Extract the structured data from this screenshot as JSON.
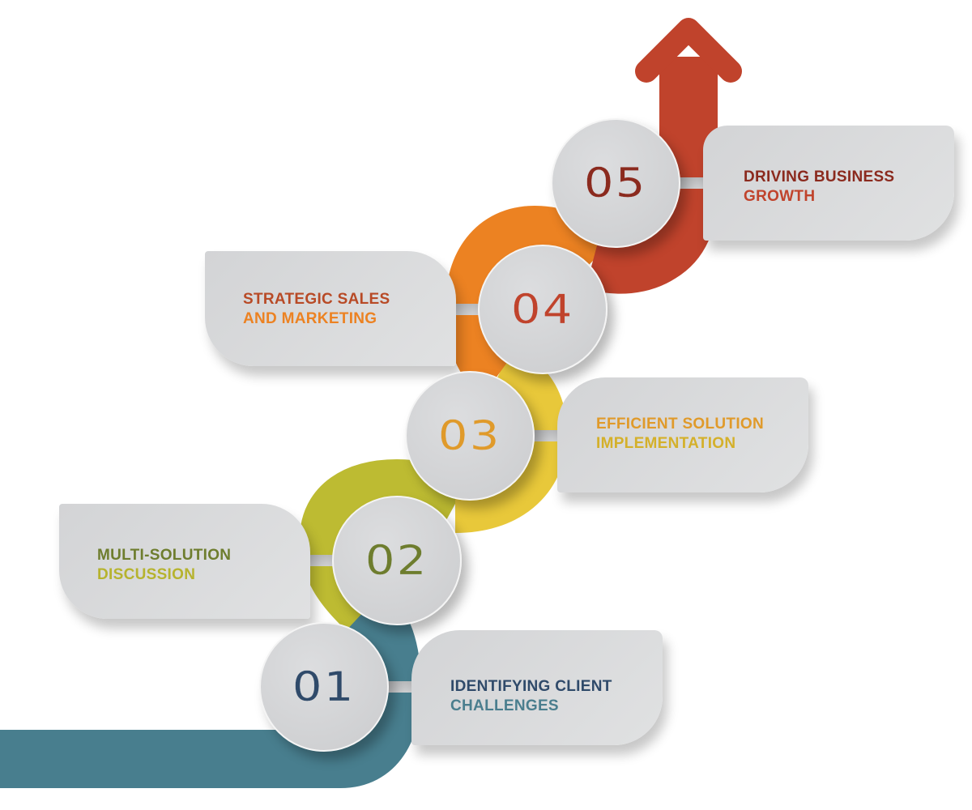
{
  "steps": [
    {
      "number": "01",
      "line1": "IDENTIFYING CLIENT",
      "line2": "CHALLENGES",
      "num_color": "#2f4a6a",
      "line1_color": "#2f4a6a",
      "line2_color": "#4a7e8e",
      "ribbon_color": "#487e8e"
    },
    {
      "number": "02",
      "line1": "MULTI-SOLUTION",
      "line2": "DISCUSSION",
      "num_color": "#6e7d2e",
      "line1_color": "#6e7d2e",
      "line2_color": "#b6b32e",
      "ribbon_color": "#bdbb32"
    },
    {
      "number": "03",
      "line1": "EFFICIENT SOLUTION",
      "line2": "IMPLEMENTATION",
      "num_color": "#e09a2a",
      "line1_color": "#e09a2a",
      "line2_color": "#d4b02a",
      "ribbon_color": "#e8c83a"
    },
    {
      "number": "04",
      "line1": "STRATEGIC SALES",
      "line2": "AND MARKETING",
      "num_color": "#c0432c",
      "line1_color": "#b84a26",
      "line2_color": "#ec8222",
      "ribbon_color": "#ec8222"
    },
    {
      "number": "05",
      "line1": "DRIVING BUSINESS",
      "line2": "GROWTH",
      "num_color": "#8b2a1e",
      "line1_color": "#8b2a1e",
      "line2_color": "#c0432c",
      "ribbon_color": "#c0432c"
    }
  ]
}
